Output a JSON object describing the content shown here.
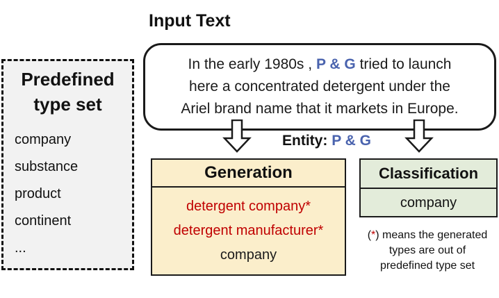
{
  "header": {
    "title": "Input Text"
  },
  "predefined_box": {
    "title_lines": [
      "Predefined",
      "type set"
    ],
    "items": [
      "company",
      "substance",
      "product",
      "continent",
      "..."
    ]
  },
  "input_text": {
    "line1_before": "In the early 1980s , ",
    "line1_entity": "P & G",
    "line1_after": " tried to launch",
    "line2": "here a concentrated detergent under the",
    "line3": "Ariel brand name that it markets in Europe."
  },
  "entity_caption": {
    "label": "Entity: ",
    "value": "P & G"
  },
  "generation_box": {
    "header": "Generation",
    "items": [
      {
        "text": "detergent company*",
        "out_of_set": true
      },
      {
        "text": "detergent manufacturer*",
        "out_of_set": true
      },
      {
        "text": "company",
        "out_of_set": false
      }
    ]
  },
  "classification_box": {
    "header": "Classification",
    "result": "company"
  },
  "note": {
    "prefix_open": "(",
    "asterisk": "*",
    "line1_rest": ") means the generated",
    "line2": "types are out of",
    "line3": "predefined type set"
  },
  "colors": {
    "entity_blue": "#4a63ae",
    "generated_red": "#c00000",
    "generation_bg": "#fbeecb",
    "classification_bg": "#e3ecda",
    "predefined_bg": "#f2f2f2"
  }
}
